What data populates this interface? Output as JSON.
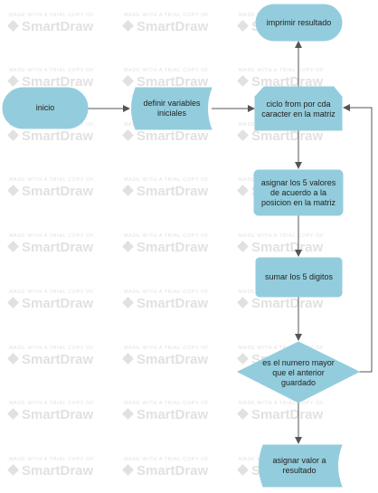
{
  "watermark": {
    "small": "MADE WITH A TRIAL COPY OF",
    "brand": "SmartDraw"
  },
  "colors": {
    "node_fill": "#93cddd",
    "node_stroke": "#93cddd",
    "edge": "#555555",
    "watermark": "#e1e1e1"
  },
  "nodes": {
    "imprimir": {
      "label": "imprimir resultado"
    },
    "inicio": {
      "label": "inicio"
    },
    "definir": {
      "label": "definir variables iniciales"
    },
    "ciclo": {
      "label": "ciclo from por cda caracter en la matriz"
    },
    "asignar5": {
      "label": "asignar los 5 valores de acuerdo a la posicion en la matriz"
    },
    "sumar": {
      "label": "sumar los 5 digitos"
    },
    "decision": {
      "label": "es el numero mayor que el anterior guardado"
    },
    "asignarValor": {
      "label": "asignar valor a resultado"
    }
  }
}
